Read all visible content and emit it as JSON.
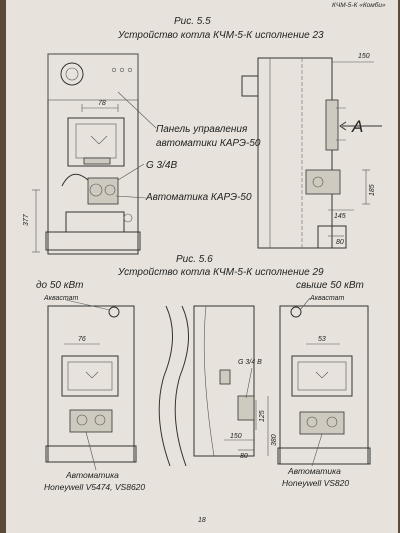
{
  "header": {
    "running_title": "КЧМ-5-К «Комби»"
  },
  "fig55": {
    "number": "Рис. 5.5",
    "caption": "Устройство котла КЧМ-5-К исполнение 23",
    "labels": {
      "panel_line1": "Панель управления",
      "panel_line2": "автоматики КАРЭ-50",
      "g34": "G 3/4B",
      "automation": "Автоматика КАРЭ-50",
      "view_a": "A"
    },
    "dims": {
      "d78": "78",
      "d377": "377",
      "d150": "150",
      "d185": "185",
      "d145": "145",
      "d80": "80"
    }
  },
  "fig56": {
    "number": "Рис. 5.6",
    "caption": "Устройство котла КЧМ-5-К исполнение 29",
    "left_sub": "до 50 кВт",
    "right_sub": "свыше 50 кВт",
    "labels": {
      "aquastat_left": "Аквастат",
      "aquastat_right": "Аквастат",
      "g34": "G 3/4 B",
      "auto_left_1": "Автоматика",
      "auto_left_2": "Honeywell V5474, VS8620",
      "auto_right_1": "Автоматика",
      "auto_right_2": "Honeywell VS820"
    },
    "dims": {
      "d76": "76",
      "d53": "53",
      "d125": "125",
      "d380": "380",
      "d150": "150",
      "d80": "80"
    }
  },
  "footer": {
    "page_number": "18"
  }
}
